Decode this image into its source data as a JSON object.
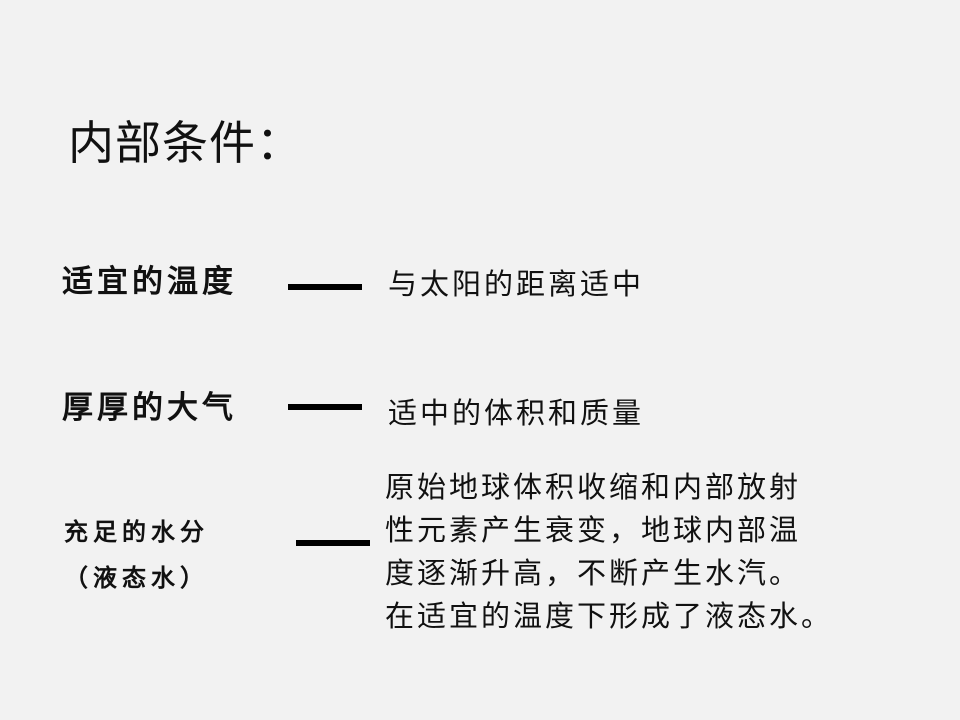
{
  "slide": {
    "title": "内部条件：",
    "rows": [
      {
        "label": "适宜的温度",
        "description": "与太阳的距离适中"
      },
      {
        "label": "厚厚的大气",
        "description": "适中的体积和质量"
      },
      {
        "label_line1": "充足的水分",
        "label_line2": "（液态水）",
        "description_lines": [
          "原始地球体积收缩和内部放射",
          "性元素产生衰变，地球内部温",
          "度逐渐升高，不断产生水汽。",
          "在适宜的温度下形成了液态水。"
        ]
      }
    ]
  }
}
